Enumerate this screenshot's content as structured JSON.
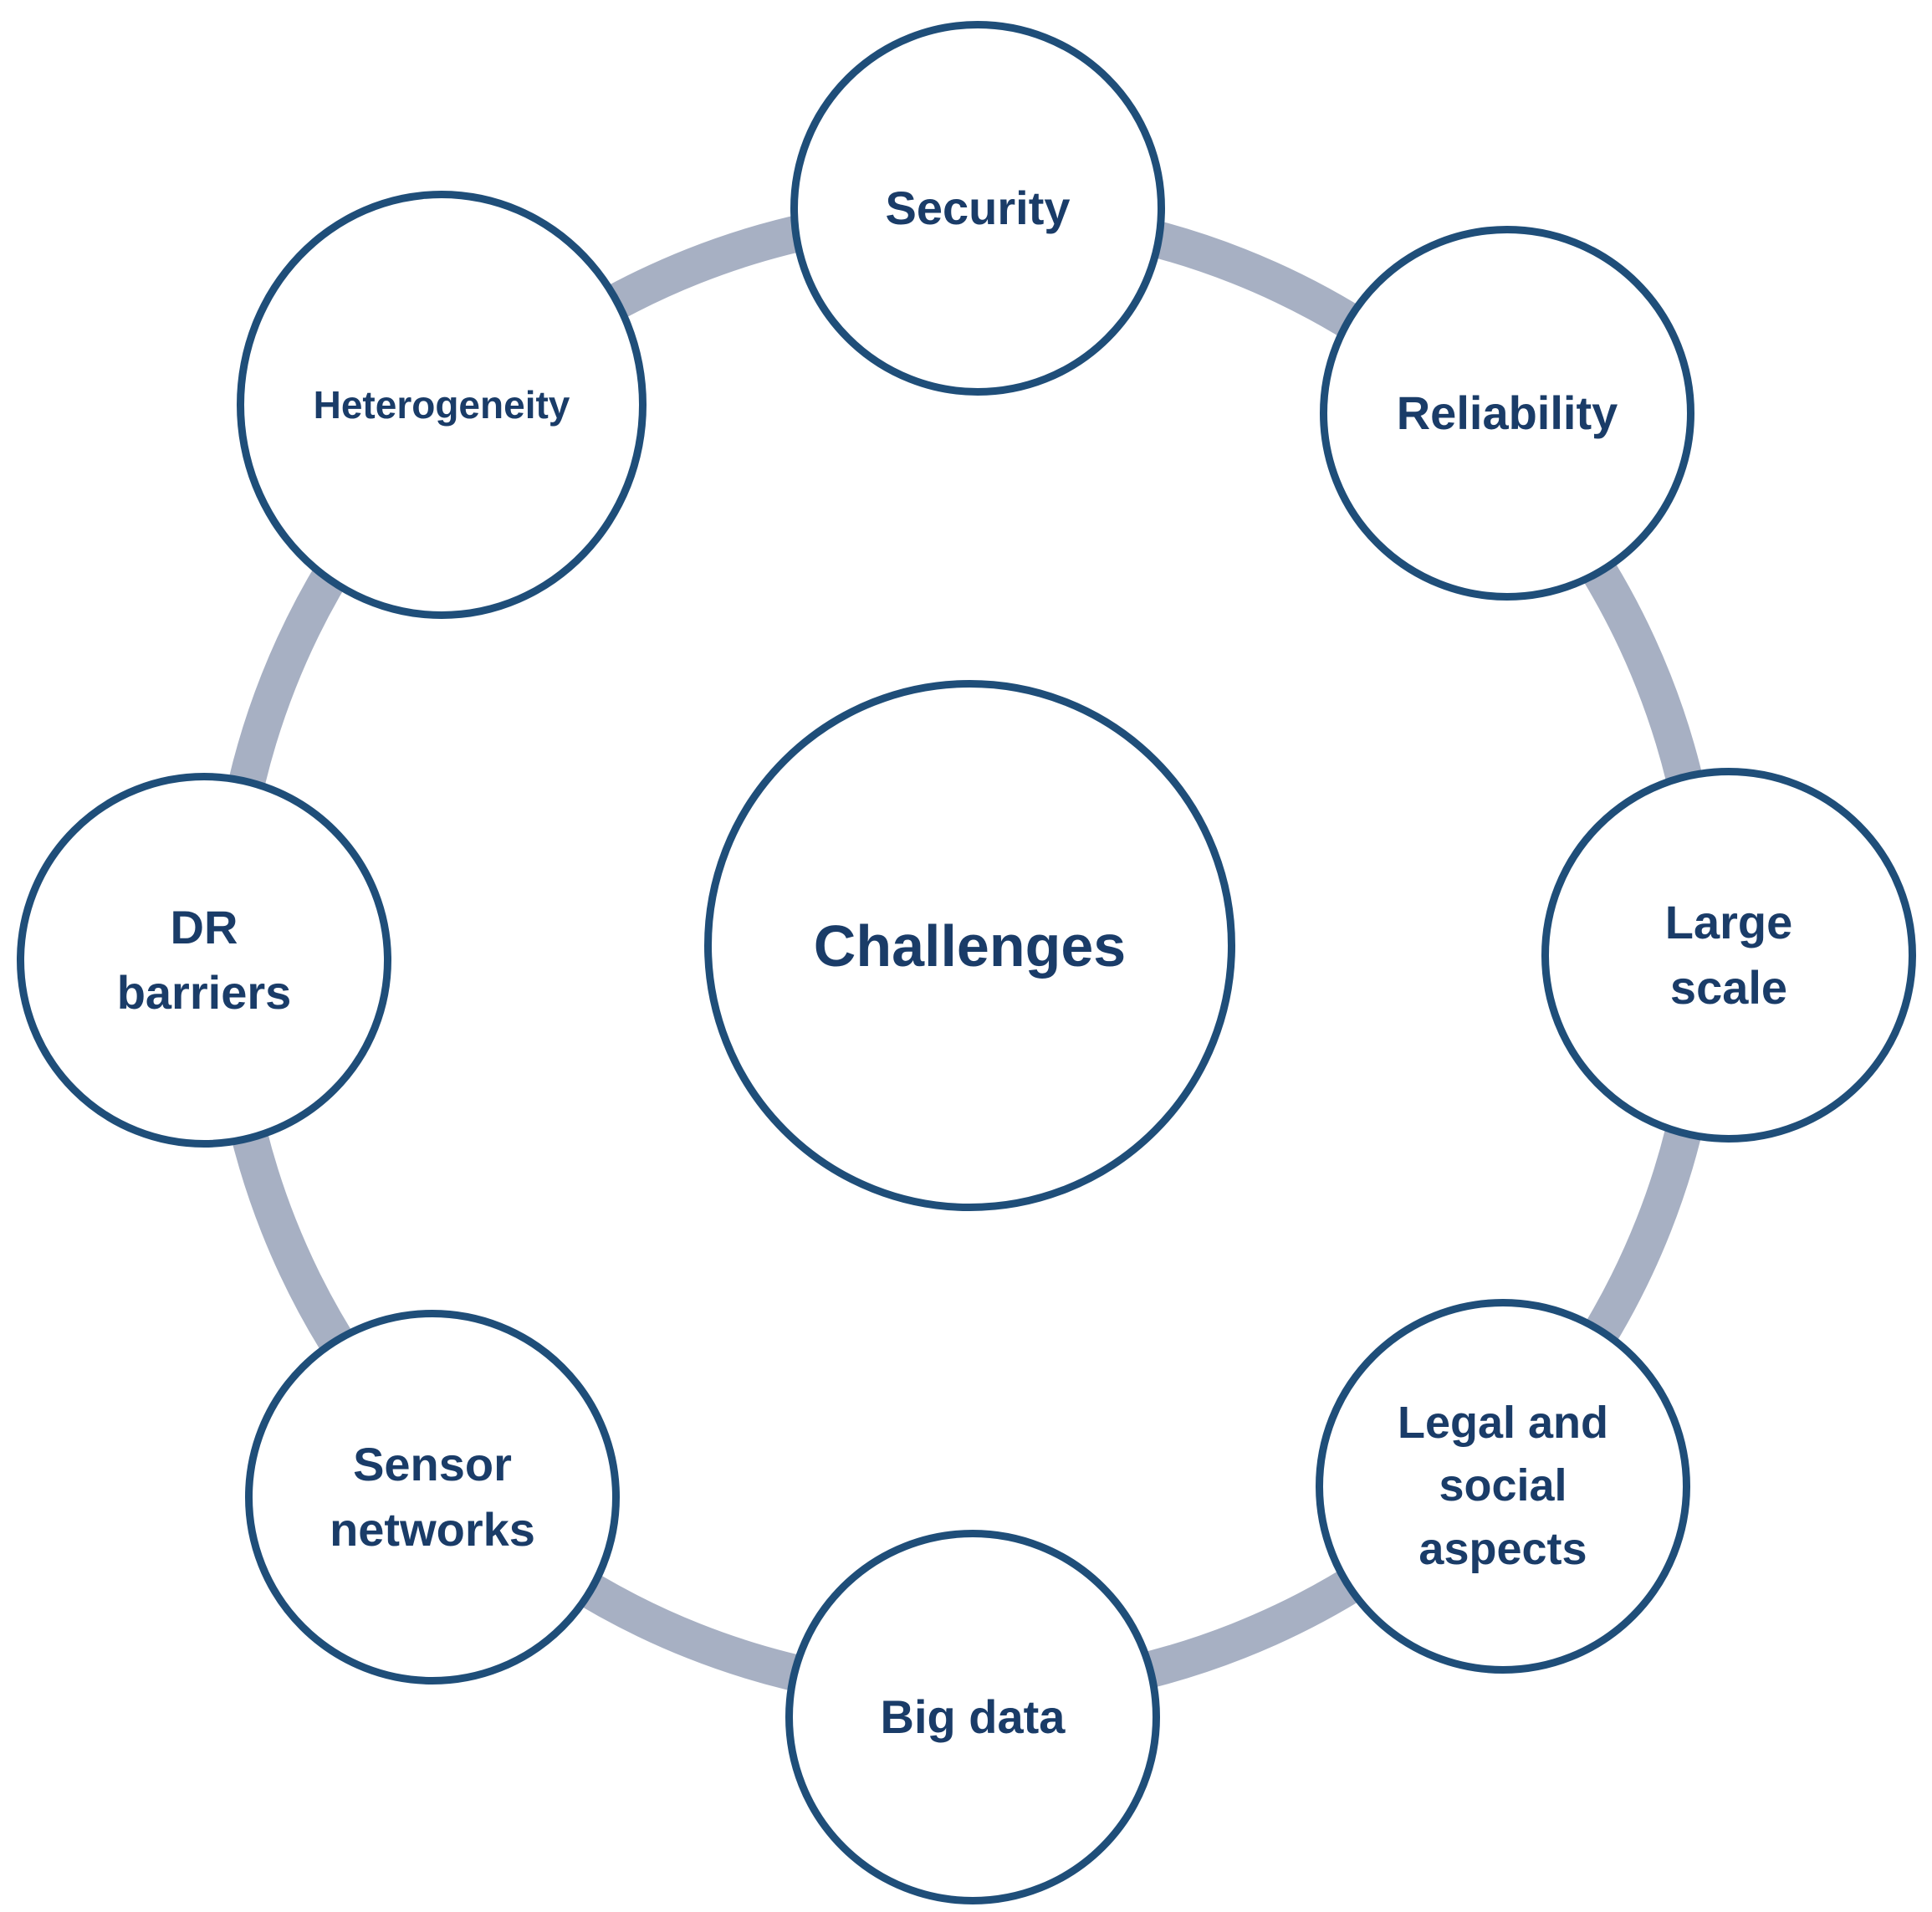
{
  "diagram": {
    "center": {
      "label": "Challenges"
    },
    "nodes": [
      {
        "key": "security",
        "label": "Security"
      },
      {
        "key": "reliability",
        "label": "Reliability"
      },
      {
        "key": "large-scale",
        "label": "Large\nscale"
      },
      {
        "key": "legal-social",
        "label": "Legal and\nsocial\naspects"
      },
      {
        "key": "big-data",
        "label": "Big data"
      },
      {
        "key": "sensor-networks",
        "label": "Sensor\nnetworks"
      },
      {
        "key": "dr-barriers",
        "label": "DR\nbarriers"
      },
      {
        "key": "heterogeneity",
        "label": "Heterogeneity"
      }
    ],
    "colors": {
      "node_border": "#1f4e79",
      "text": "#1a3c68",
      "ring": "#a7b0c3",
      "fill": "#ffffff"
    }
  }
}
